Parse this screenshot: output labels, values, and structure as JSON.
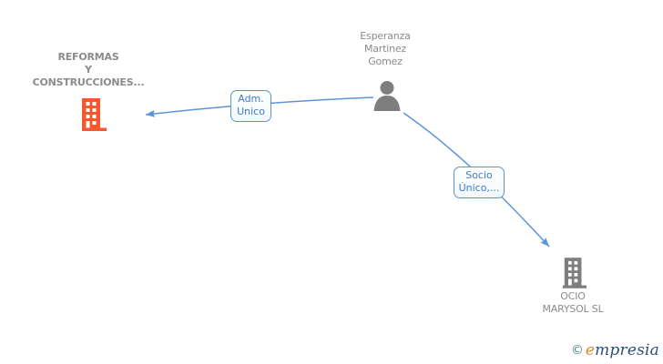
{
  "colors": {
    "edge_blue": "#5b94d8",
    "edge_label_text_blue": "#3c7cc6",
    "entity_text_gray": "#8b8b8b",
    "icon_gray": "#7e7e7e",
    "company_orange": "#f5582e",
    "logo_teal": "#4e8290",
    "logo_orange": "#ef8324",
    "logo_navy": "#28517a"
  },
  "nodes": {
    "reformas": {
      "name": "REFORMAS Y CONSTRUCCIONES...",
      "label_lines": [
        "REFORMAS",
        "Y",
        "CONSTRUCCIONES..."
      ],
      "icon": "building-icon",
      "icon_color": "#f5582e"
    },
    "esperanza": {
      "name": "Esperanza Martinez Gomez",
      "label_lines": [
        "Esperanza",
        "Martinez",
        "Gomez"
      ],
      "icon": "person-icon",
      "icon_color": "#7e7e7e"
    },
    "ocio": {
      "name": "OCIO MARYSOL SL",
      "label_lines": [
        "OCIO",
        "MARYSOL SL"
      ],
      "icon": "building-icon",
      "icon_color": "#7e7e7e"
    }
  },
  "edges": {
    "adm": {
      "label_lines": [
        "Adm.",
        "Unico"
      ],
      "from": "Esperanza Martinez Gomez",
      "to": "REFORMAS Y CONSTRUCCIONES..."
    },
    "socio": {
      "label_lines": [
        "Socio",
        "Único,..."
      ],
      "from": "Esperanza Martinez Gomez",
      "to": "OCIO MARYSOL SL"
    }
  },
  "footer": {
    "copyright_symbol": "©",
    "brand_initial": "e",
    "brand_rest": "mpresia"
  }
}
